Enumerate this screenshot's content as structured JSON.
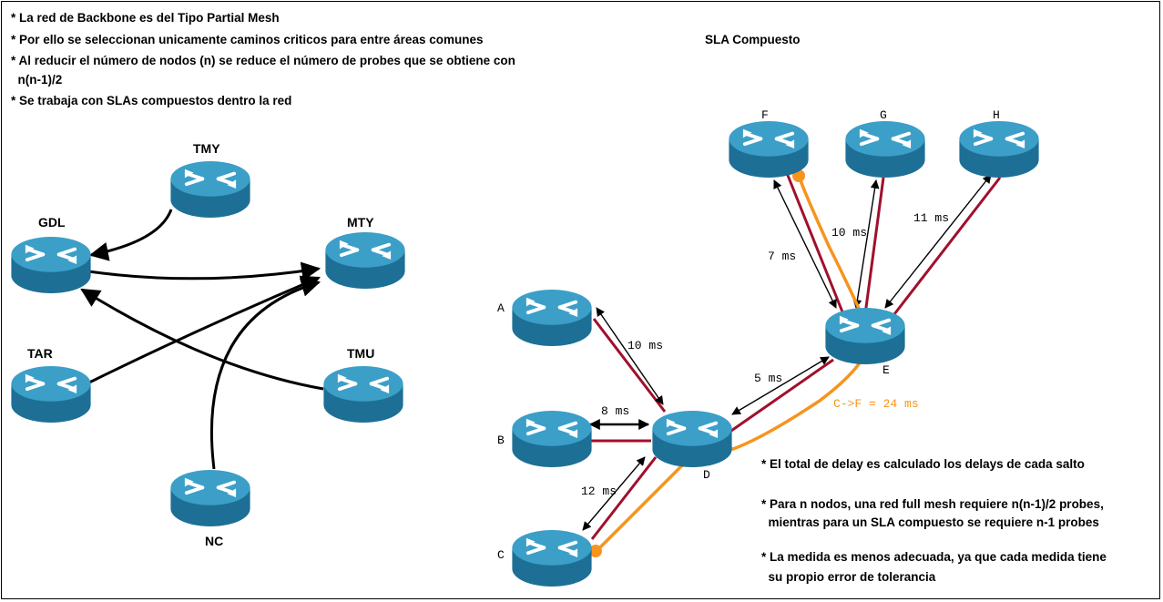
{
  "intro_notes": [
    "* La red de Backbone es del Tipo Partial Mesh",
    "* Por ello se seleccionan unicamente caminos criticos para entre áreas comunes",
    "* Al reducir el número de nodos (n) se reduce el número de probes que se obtiene con",
    "  n(n-1)/2",
    "* Se trabaja con SLAs compuestos  dentro la red"
  ],
  "sla_title": "SLA Compuesto",
  "left_nodes": {
    "tmy": "TMY",
    "gdl": "GDL",
    "mty": "MTY",
    "tar": "TAR",
    "tmu": "TMU",
    "nc": "NC"
  },
  "right_nodes": {
    "a": "A",
    "b": "B",
    "c": "C",
    "d": "D",
    "e": "E",
    "f": "F",
    "g": "G",
    "h": "H"
  },
  "delays": {
    "a_d": "10 ms",
    "b_d": "8 ms",
    "c_d": "12 ms",
    "d_e": "5 ms",
    "e_f": "7 ms",
    "e_g": "10 ms",
    "e_h": "11 ms"
  },
  "composite_path": "C->F = 24 ms",
  "summary_notes": [
    "* El total de delay es calculado los delays de cada salto",
    "* Para n nodos, una red full mesh requiere n(n-1)/2 probes,",
    "  mientras para un SLA compuesto se requiere n-1 probes",
    "* La medida es menos adecuada, ya que cada medida tiene",
    "  su propio error de tolerancia"
  ],
  "colors": {
    "router_top": "#3b9fc8",
    "router_side": "#1d6f96",
    "link_red": "#a0102c",
    "path_orange": "#f7941d",
    "arrow": "#000000"
  },
  "icons": {
    "router": "router-icon"
  }
}
